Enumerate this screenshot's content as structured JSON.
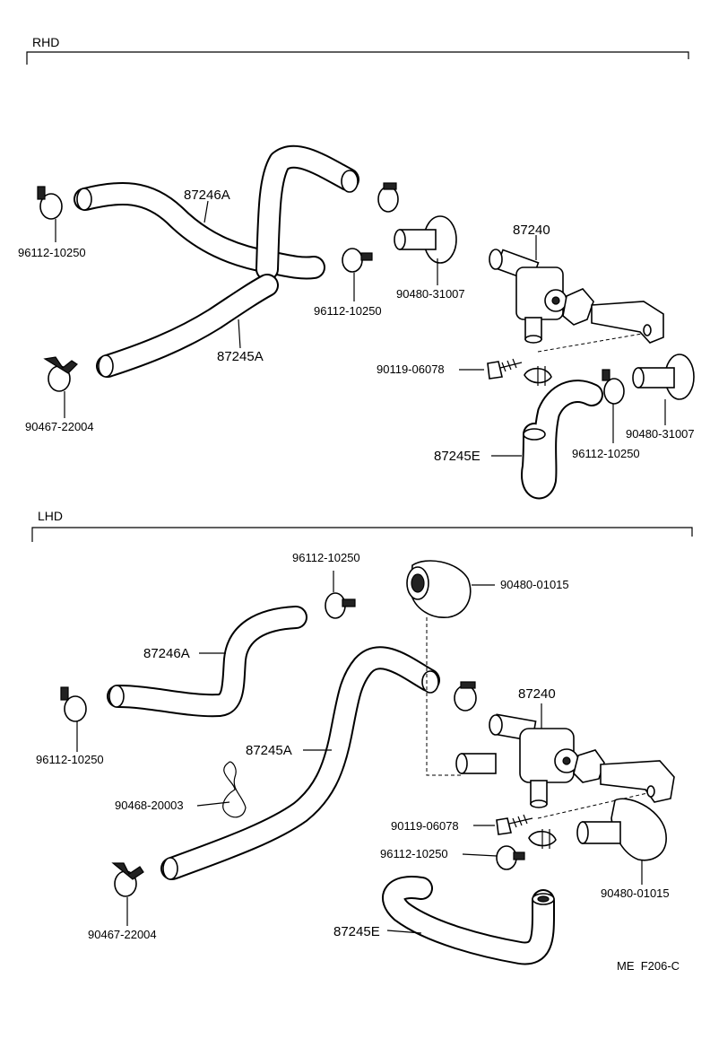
{
  "sections": {
    "rhd": "RHD",
    "lhd": "LHD"
  },
  "rhd_labels": {
    "hose_87246a": "87246A",
    "hose_87245a": "87245A",
    "valve_87240": "87240",
    "hose_87245e": "87245E",
    "clamp_left": "96112-10250",
    "clamp_mid": "96112-10250",
    "clamp_lower": "96112-10250",
    "grommet_upper": "90480-31007",
    "grommet_lower": "90480-31007",
    "screw": "90119-06078",
    "clip": "90467-22004"
  },
  "lhd_labels": {
    "hose_87246a": "87246A",
    "hose_87245a": "87245A",
    "valve_87240": "87240",
    "hose_87245e": "87245E",
    "clamp_top": "96112-10250",
    "clamp_left": "96112-10250",
    "clamp_lower": "96112-10250",
    "grommet_upper": "90480-01015",
    "grommet_lower": "90480-01015",
    "screw": "90119-06078",
    "wire_clamp": "90468-20003",
    "clip": "90467-22004"
  },
  "footer_code": "ME  F206-C"
}
